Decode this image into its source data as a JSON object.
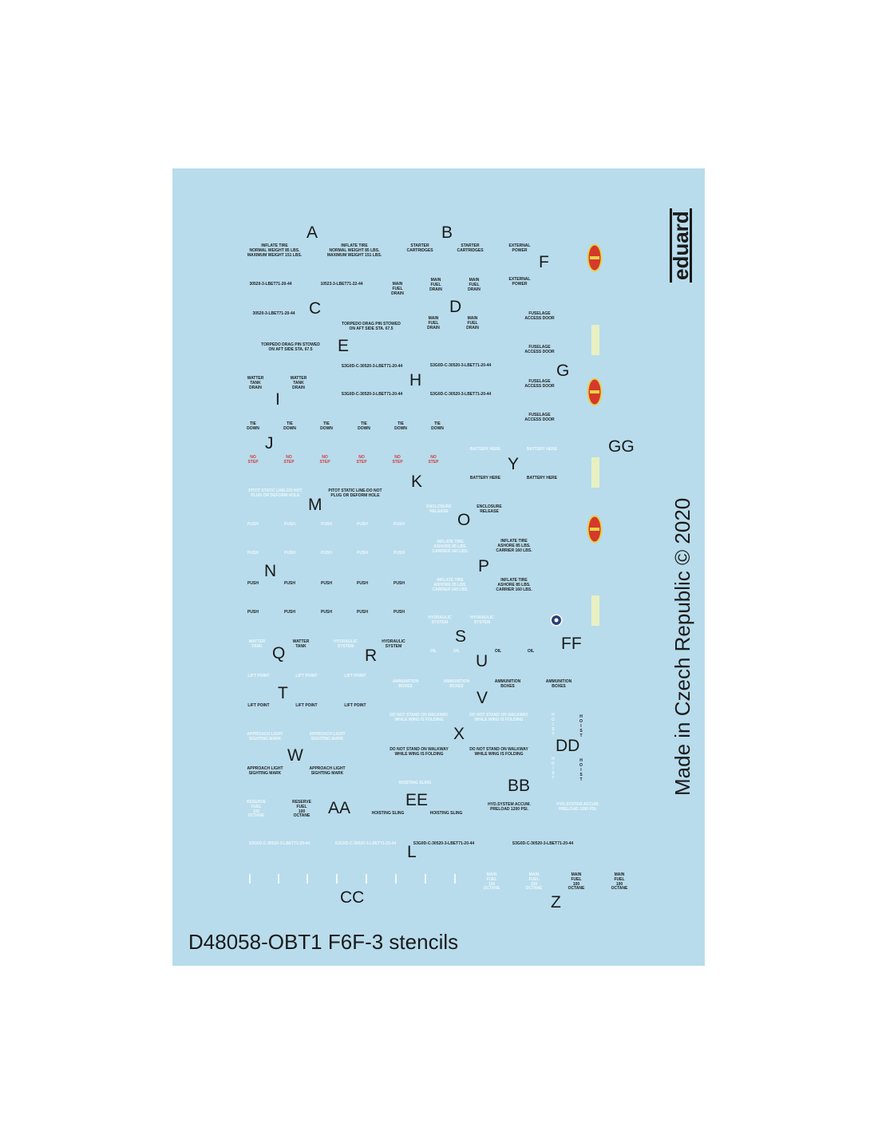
{
  "sheet": {
    "title": "D48058-OBT1 F6F-3 stencils",
    "made_in": "Made in Czech Republic  ©  2020",
    "brand": "eduard",
    "background_color": "#b8dcec",
    "markings_color": "#1d1d1d",
    "red_markings_color": "#d23a3a",
    "white_markings_color": "#eef7fb"
  },
  "labels": {
    "A": "A",
    "B": "B",
    "C": "C",
    "D": "D",
    "E": "E",
    "F": "F",
    "G": "G",
    "H": "H",
    "I": "I",
    "J": "J",
    "K": "K",
    "L": "L",
    "M": "M",
    "N": "N",
    "O": "O",
    "P": "P",
    "Q": "Q",
    "R": "R",
    "S": "S",
    "T": "T",
    "U": "U",
    "V": "V",
    "W": "W",
    "X": "X",
    "Y": "Y",
    "Z": "Z",
    "AA": "AA",
    "BB": "BB",
    "CC": "CC",
    "DD": "DD",
    "EE": "EE",
    "FF": "FF",
    "GG": "GG"
  },
  "stencils": {
    "inflate_tire_normal": "INFLATE TIRE\nNORMAL WEIGHT 85 LBS.\nMAXIMUM WEIGHT 151 LBS.",
    "starter_cartridges": "STARTER\nCARTRIDGES",
    "external_power": "EXTERNAL\nPOWER",
    "serial_a": "30520-3-LBET71-20-44",
    "serial_b": "10523-3-LBET71-22-44",
    "main_fuel_drain": "MAIN\nFUEL\nDRAIN",
    "serial_c": "30520-3-LBET71-20-44",
    "torpedo_pin": "TORPEDO DRAG PIN STOWED\nON AFT SIDE STA. 67.5",
    "fuselage_access_door": "FUSELAGE\nACCESS DOOR",
    "serial_h": "S3G0D-C-30520-3-LBET71-20-44",
    "water_tank_drain": "WATTER\nTANK\nDRAIN",
    "tie_down": "TIE\nDOWN",
    "no_step": "NO\nSTEP",
    "battery_here": "BATTERY HERE",
    "pitot_static": "PITOT STATIC LINE-DO NOT\nPLUG OR DEFORM HOLE",
    "enclosure_release": "ENCLOSURE\nRELEASE",
    "inflate_tire_ashore": "INFLATE TIRE\nASHORE 85 LBS.\nCARRIER 160 LBS.",
    "push": "PUSH",
    "water_tank": "WATTER\nTANK",
    "hydraulic_system": "HYDRAULIC\nSYSTEM",
    "oil": "OIL",
    "ammunition_boxes": "AMMUNITION\nBOXES",
    "lift_point": "LIFT POINT",
    "do_not_stand": "DO NOT STAND ON WALKWAY\nWHILE WING IS FOLDING",
    "hoist": "H\nO\nI\nS\nT",
    "approach_light": "APPROACH LIGHT\nSIGHTING MARK",
    "reserve_fuel": "RESERVE\nFUEL\n100\nOCTANE",
    "hoisting_sling": "HOISTING SLING",
    "hyd_system_accum": "HYD.SYSTEM ACCUM.\nPRELOAD 1200 PSI.",
    "serial_l": "S3G0D-C-30520-3-LBET71-20-44",
    "main_fuel_octane": "MAIN\nFUEL\n100\nOCTANE"
  }
}
